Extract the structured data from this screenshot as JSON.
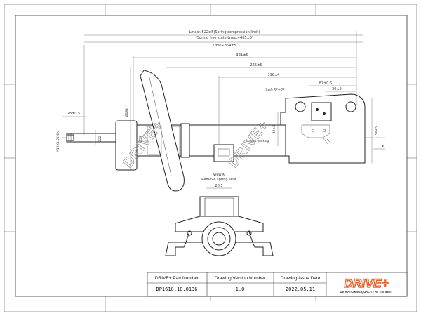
{
  "title_block": {
    "part_number_header": "DRIVE+ Part Number",
    "drawing_version_header": "Drawing Version  Number",
    "issue_date_header": "Drawing Issue Date",
    "part_number": "DP1610.10.0136",
    "drawing_version": "1.0",
    "issue_date": "2022.05.11"
  },
  "logo": {
    "brand": "DR!VE+",
    "tagline": "DE MATCHING QUALITY AT ITS BEST",
    "brand_color": "#e8612c"
  },
  "watermark": "DRIVE+",
  "dimensions": {
    "lmax_note": "Lmax≈522±5(Spring compression limit)",
    "spring_free_note": "(Spring free state Lmax≈465±5)",
    "lmin": "Lmin≈354±5",
    "d321": "321±5",
    "d265": "265±5",
    "d198": "198±4",
    "d87": "87±0.5",
    "d50": "50±5",
    "angle": "L=0.5°±2°",
    "d28": "28±0.5",
    "thread": "M12X1.25-6h",
    "d22": "Ø22",
    "d53": "Ø53",
    "d192": "Ø192",
    "d54": "54±5",
    "d43": "43±5",
    "k": "K",
    "d26": "26.5"
  },
  "notes": {
    "bracket": "Bracket marking",
    "view_k": "View K",
    "remove_spring": "Remove spring seat"
  }
}
